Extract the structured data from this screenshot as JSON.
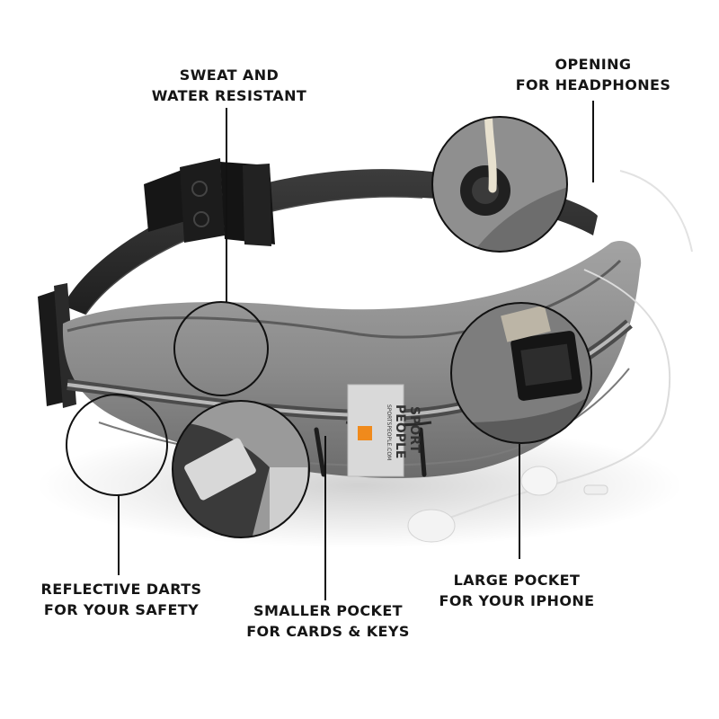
{
  "labels": {
    "sweat": {
      "line1": "SWEAT AND",
      "line2": "WATER RESISTANT"
    },
    "opening": {
      "line1": "OPENING",
      "line2": "FOR HEADPHONES"
    },
    "reflective": {
      "line1": "REFLECTIVE DARTS",
      "line2": "FOR YOUR SAFETY"
    },
    "smaller": {
      "line1": "SMALLER POCKET",
      "line2": "FOR CARDS & KEYS"
    },
    "large": {
      "line1": "LARGE POCKET",
      "line2": "FOR YOUR IPHONE"
    }
  },
  "brand": {
    "line1": "SPORT",
    "line2": "PEOPLE",
    "site": "SPORTSPEOPLE.COM"
  },
  "colors": {
    "belt_fabric": "#8c8c8c",
    "belt_dark": "#6f6f6f",
    "strap": "#2e2e2e",
    "buckle": "#1a1a1a",
    "reflective": "#b9b9b9",
    "text": "#151515",
    "accent_orange": "#f08a1c"
  }
}
